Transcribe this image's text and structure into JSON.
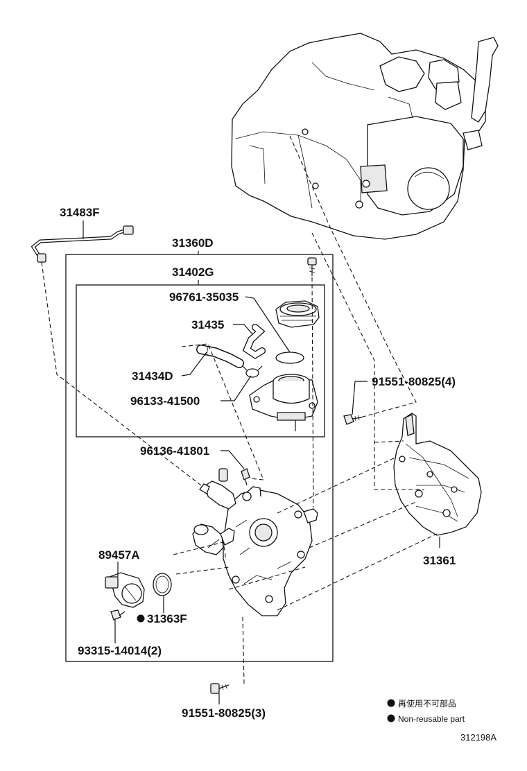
{
  "diagram": {
    "labels": {
      "p31483F": "31483F",
      "p31360D": "31360D",
      "p31402G": "31402G",
      "p96761": "96761-35035",
      "p31435": "31435",
      "p31434D": "31434D",
      "p96133": "96133-41500",
      "p91551_4": "91551-80825(4)",
      "p96136": "96136-41801",
      "p89457A": "89457A",
      "p31361": "31361",
      "p31363F": "31363F",
      "p93315": "93315-14014(2)",
      "p91551_3": "91551-80825(3)"
    },
    "legend": {
      "jp": "再使用不可部品",
      "en": "Non-reusable part"
    },
    "diagram_code": "312198A",
    "icons": {
      "non_reusable": "filled-circle-icon"
    }
  }
}
